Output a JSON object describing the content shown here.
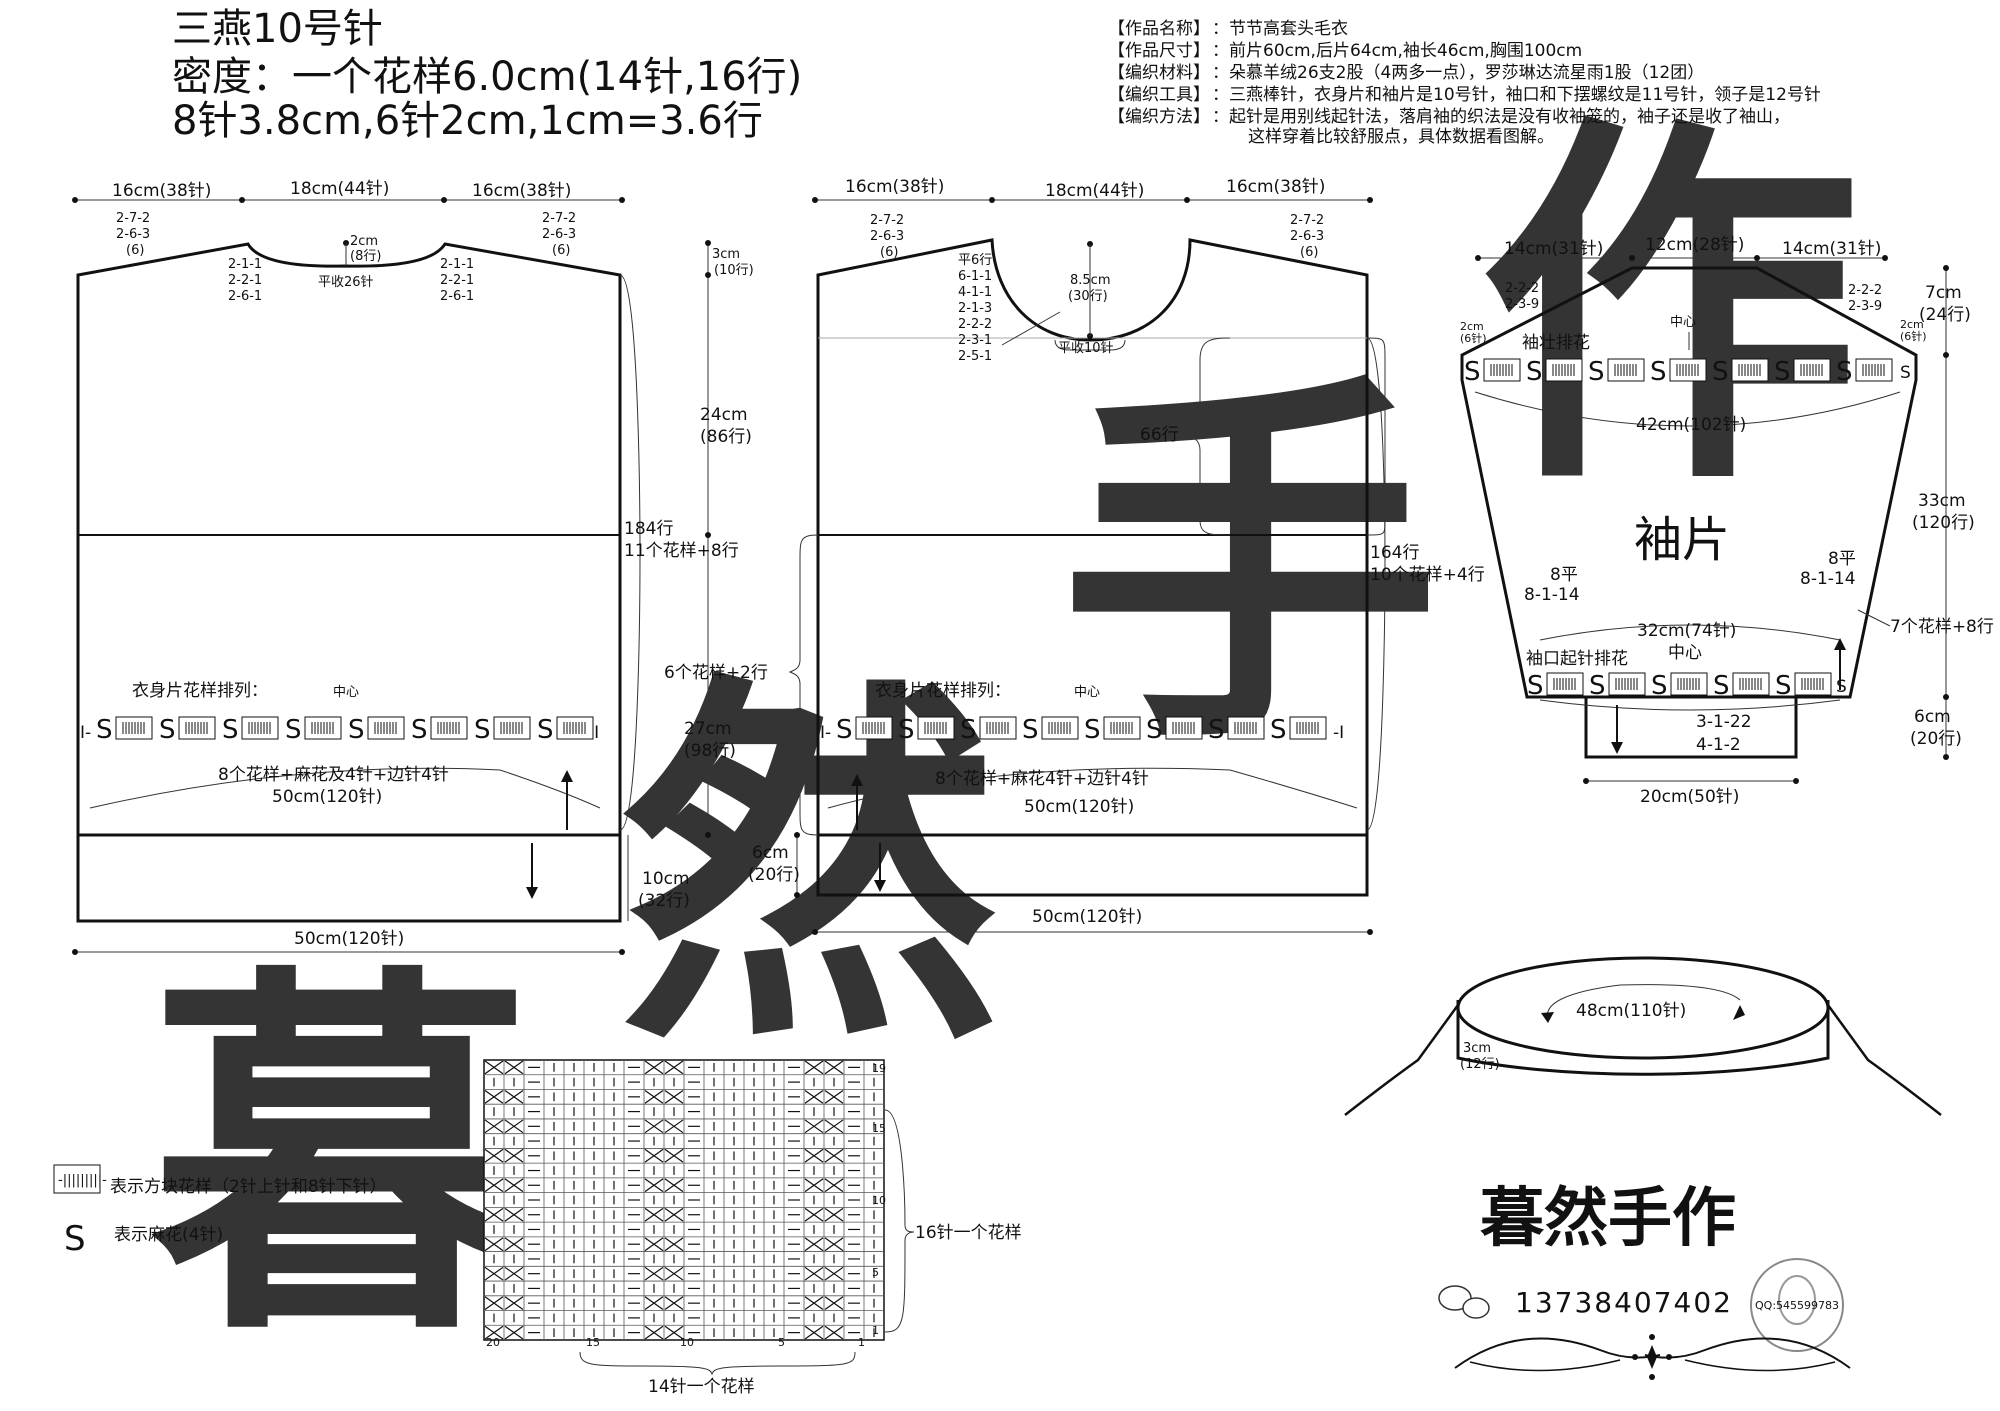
{
  "header": {
    "needle": "三燕10号针",
    "density": "密度：一个花样6.0cm(14针,16行)",
    "conversion": "8针3.8cm,6针2cm,1cm=3.6行"
  },
  "info": [
    {
      "label": "【作品名称】",
      "value": "：节节高套头毛衣"
    },
    {
      "label": "【作品尺寸】",
      "value": "：前片60cm,后片64cm,袖长46cm,胸围100cm"
    },
    {
      "label": "【编织材料】",
      "value": "：朵慕羊绒26支2股（4两多一点），罗莎琳达流星雨1股（12团）"
    },
    {
      "label": "【编织工具】",
      "value": "：三燕棒针，衣身片和袖片是10号针，袖口和下摆螺纹是11号针，领子是12号针"
    },
    {
      "label": "【编织方法】",
      "value": "：起针是用别线起针法，落肩袖的织法是没有收袖笼的，袖子还是收了袖山，"
    },
    {
      "label": "",
      "value": "这样穿着比较舒服点，具体数据看图解。"
    }
  ],
  "back": {
    "top_left": "16cm(38针)",
    "top_mid": "18cm(44针)",
    "top_right": "16cm(38针)",
    "shoulder_left": [
      "2-7-2",
      "2-6-3",
      "(6)"
    ],
    "shoulder_right": [
      "2-7-2",
      "2-6-3",
      "(6)"
    ],
    "neck_left": [
      "2-1-1",
      "2-2-1",
      "2-6-1"
    ],
    "neck_right": [
      "2-1-1",
      "2-2-1",
      "2-6-1"
    ],
    "neck_depth": [
      "2cm",
      "(8行)"
    ],
    "neck_bind": "平收26针",
    "side_right": [
      "3cm",
      "(10行)"
    ],
    "upper": [
      "24cm",
      "(86行)"
    ],
    "rows_total": [
      "184行",
      "11个花样+8行"
    ],
    "lower": [
      "27cm",
      "(98行)"
    ],
    "rib": [
      "10cm",
      "(32行)"
    ],
    "pattern_title": "衣身片花样排列：",
    "center": "中心",
    "pattern_desc": "8个花样+麻花及4针+边针4针",
    "width_mid": "50cm(120针)",
    "width_bottom": "50cm(120针)"
  },
  "front": {
    "top_left": "16cm(38针)",
    "top_mid": "18cm(44针)",
    "top_right": "16cm(38针)",
    "shoulder_left": [
      "2-7-2",
      "2-6-3",
      "(6)"
    ],
    "shoulder_right": [
      "2-7-2",
      "2-6-3",
      "(6)"
    ],
    "neck": [
      "平6行",
      "6-1-1",
      "4-1-1",
      "2-1-3",
      "2-2-2",
      "2-3-1",
      "2-5-1"
    ],
    "neck_depth": [
      "8.5cm",
      "(30行)"
    ],
    "neck_bind": "平收10针",
    "upper_rows": "66行",
    "rows_total": [
      "164行",
      "10个花样+4行"
    ],
    "side_left": "6个花样+2行",
    "rib": [
      "6cm",
      "(20行)"
    ],
    "pattern_title": "衣身片花样排列：",
    "center": "中心",
    "pattern_desc": "8个花样+麻花4针+边针4针",
    "width_mid": "50cm(120针)",
    "width_bottom": "50cm(120针)"
  },
  "sleeve": {
    "top_left": "14cm(31针)",
    "top_mid": "12cm(28针)",
    "top_right": "14cm(31针)",
    "cap_left": [
      "2-2-2",
      "2-3-9"
    ],
    "cap_right": [
      "2-2-2",
      "2-3-9"
    ],
    "cap_edge_left": [
      "2cm",
      "(6针)"
    ],
    "cap_edge_right": [
      "2cm",
      "(6针)"
    ],
    "pattern_title": "袖壮排花",
    "center": "中心",
    "cap_height": [
      "7cm",
      "(24行)"
    ],
    "width_top": "42cm(102针)",
    "name": "袖片",
    "dec_left": [
      "8平",
      "8-1-14"
    ],
    "dec_right": [
      "8平",
      "8-1-14"
    ],
    "length": [
      "33cm",
      "(120行)"
    ],
    "rows_note": "7个花样+8行",
    "width_cuff": "32cm(74针)",
    "cuff_title": "袖口起针排花",
    "cuff_center": "中心",
    "cuff_dec": [
      "3-1-22",
      "4-1-2"
    ],
    "cuff_rib": [
      "6cm",
      "(20行)"
    ],
    "cuff_width": "20cm(50针)"
  },
  "collar": {
    "circ": "48cm(110针)",
    "height": [
      "3cm",
      "(12行)"
    ]
  },
  "legend": [
    {
      "symbol": "-|||||||||-",
      "text": "表示方块花样（2针上针和8针下针）"
    },
    {
      "symbol": "S",
      "text": "表示麻花(4针)"
    }
  ],
  "chart": {
    "row_numbers": [
      "19",
      "15",
      "10",
      "5",
      "1"
    ],
    "col_numbers": [
      "20",
      "15",
      "10",
      "5",
      "1"
    ],
    "rows_note": "16针一个花样",
    "cols_note": "14针一个花样"
  },
  "logo": {
    "brand": "暮然手作",
    "phone": "13738407402",
    "qq": "QQ:545599783"
  },
  "watermark": [
    "暮",
    "然",
    "手",
    "作"
  ]
}
